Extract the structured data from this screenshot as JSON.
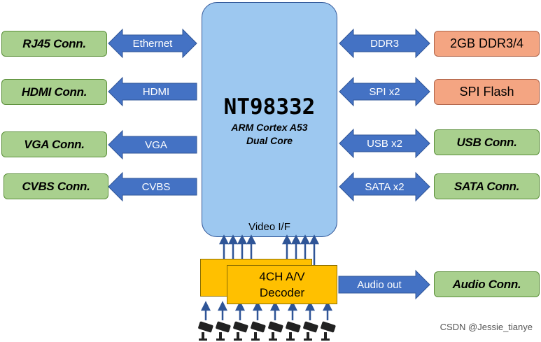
{
  "soc": {
    "name": "NT98332",
    "core_line1": "ARM Cortex A53",
    "core_line2": "Dual Core",
    "video_if": "Video I/F"
  },
  "left_connectors": [
    "RJ45 Conn.",
    "HDMI Conn.",
    "VGA Conn.",
    "CVBS Conn."
  ],
  "left_buses": [
    "Ethernet",
    "HDMI",
    "VGA",
    "CVBS"
  ],
  "right_buses": [
    "DDR3",
    "SPI x2",
    "USB x2",
    "SATA x2"
  ],
  "right_targets": [
    "2GB DDR3/4",
    "SPI Flash",
    "USB Conn.",
    "SATA Conn."
  ],
  "decoder": {
    "line1": "4CH A/V",
    "line2": "Decoder"
  },
  "audio": {
    "bus": "Audio out",
    "connector": "Audio Conn."
  },
  "watermark": "CSDN @Jessie_tianye",
  "colors": {
    "arrow": "#4472c4",
    "connector": "#a9d08e",
    "memory": "#f4a582",
    "soc": "#9dc8f0",
    "decoder": "#ffc000"
  }
}
